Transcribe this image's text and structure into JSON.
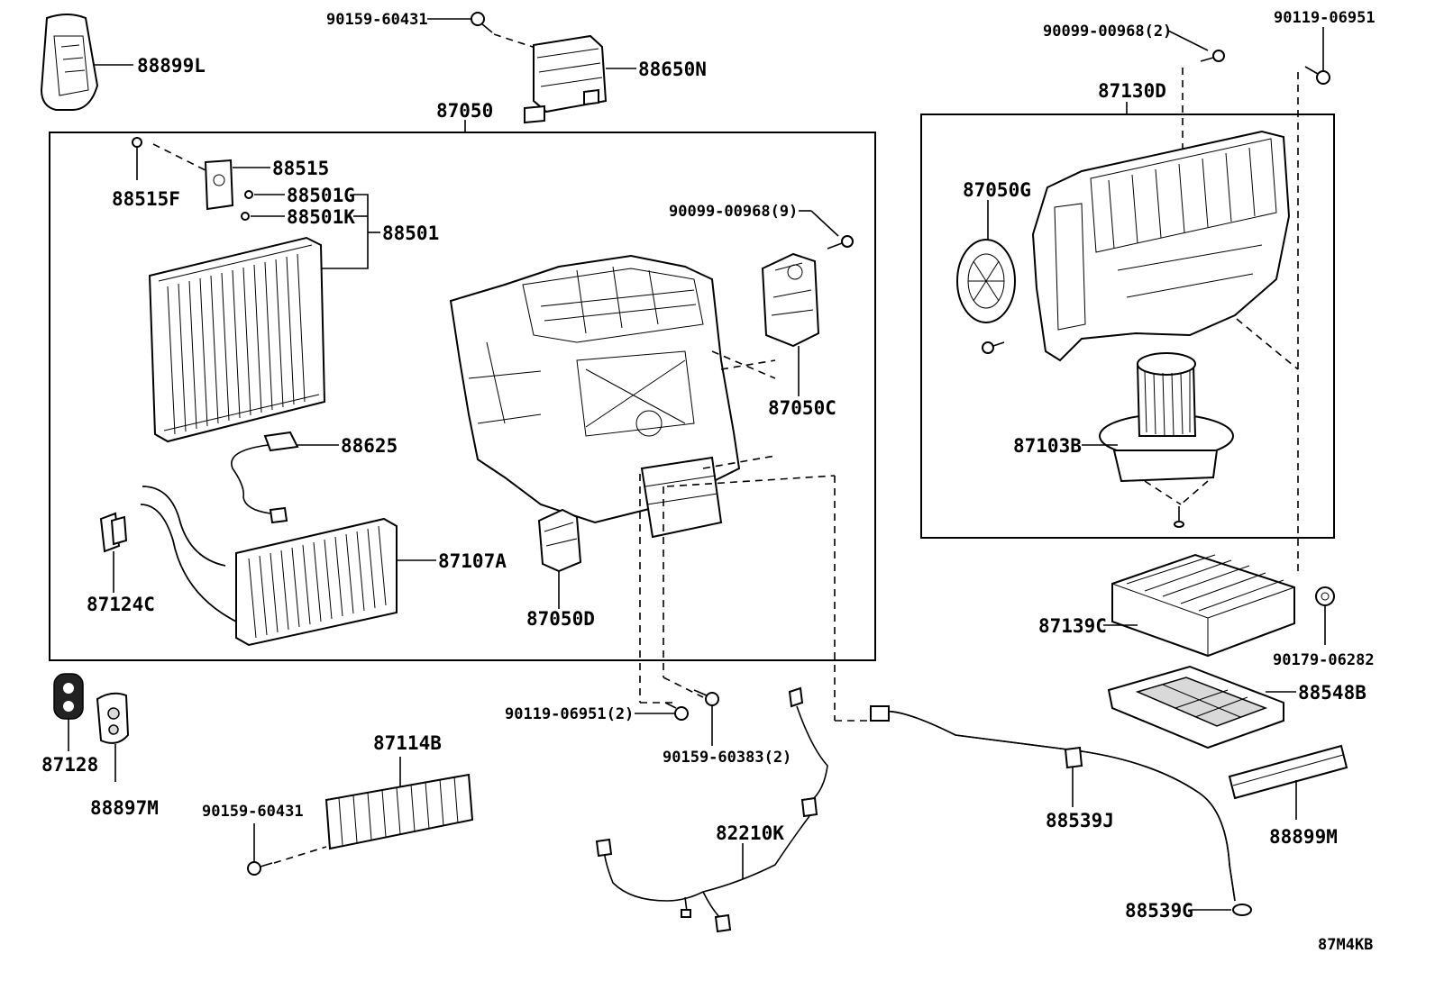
{
  "diagram_code": "87M4KB",
  "labels": {
    "p90159_60431_top": "90159-60431",
    "p88899L": "88899L",
    "p88650N": "88650N",
    "p87050": "87050",
    "p88515": "88515",
    "p88515F": "88515F",
    "p88501G": "88501G",
    "p88501K": "88501K",
    "p88501": "88501",
    "p90099_00968_9": "90099-00968(9)",
    "p87050C": "87050C",
    "p88625": "88625",
    "p87107A": "87107A",
    "p87124C": "87124C",
    "p87050D": "87050D",
    "p90099_00968_2": "90099-00968(2)",
    "p90119_06951_top": "90119-06951",
    "p87130D": "87130D",
    "p87050G": "87050G",
    "p87103B": "87103B",
    "p87139C": "87139C",
    "p90179_06282": "90179-06282",
    "p88548B": "88548B",
    "p87128": "87128",
    "p88897M": "88897M",
    "p87114B": "87114B",
    "p90119_06951_2": "90119-06951(2)",
    "p90159_60383_2": "90159-60383(2)",
    "p90159_60431_bot": "90159-60431",
    "p82210K": "82210K",
    "p88539J": "88539J",
    "p88899M": "88899M",
    "p88539G": "88539G"
  }
}
